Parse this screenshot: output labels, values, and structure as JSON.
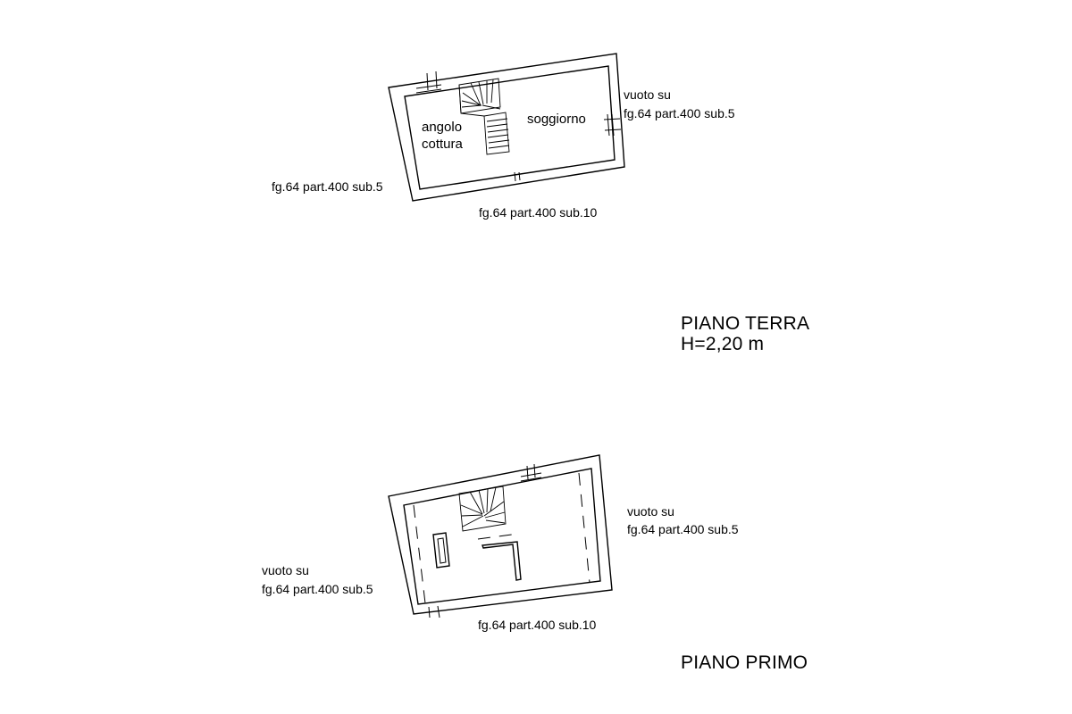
{
  "ground_floor": {
    "title": "PIANO TERRA",
    "height": "H=2,20 m",
    "rooms": {
      "kitchen_line1": "angolo",
      "kitchen_line2": "cottura",
      "living": "soggiorno"
    },
    "right_note_line1": "vuoto su",
    "right_note_line2": "fg.64 part.400 sub.5",
    "left_note": "fg.64 part.400 sub.5",
    "bottom_note": "fg.64 part.400 sub.10"
  },
  "first_floor": {
    "title": "PIANO PRIMO",
    "right_note_line1": "vuoto su",
    "right_note_line2": "fg.64 part.400 sub.5",
    "left_note_line1": "vuoto su",
    "left_note_line2": "fg.64 part.400 sub.5",
    "bottom_note": "fg.64 part.400 sub.10"
  }
}
